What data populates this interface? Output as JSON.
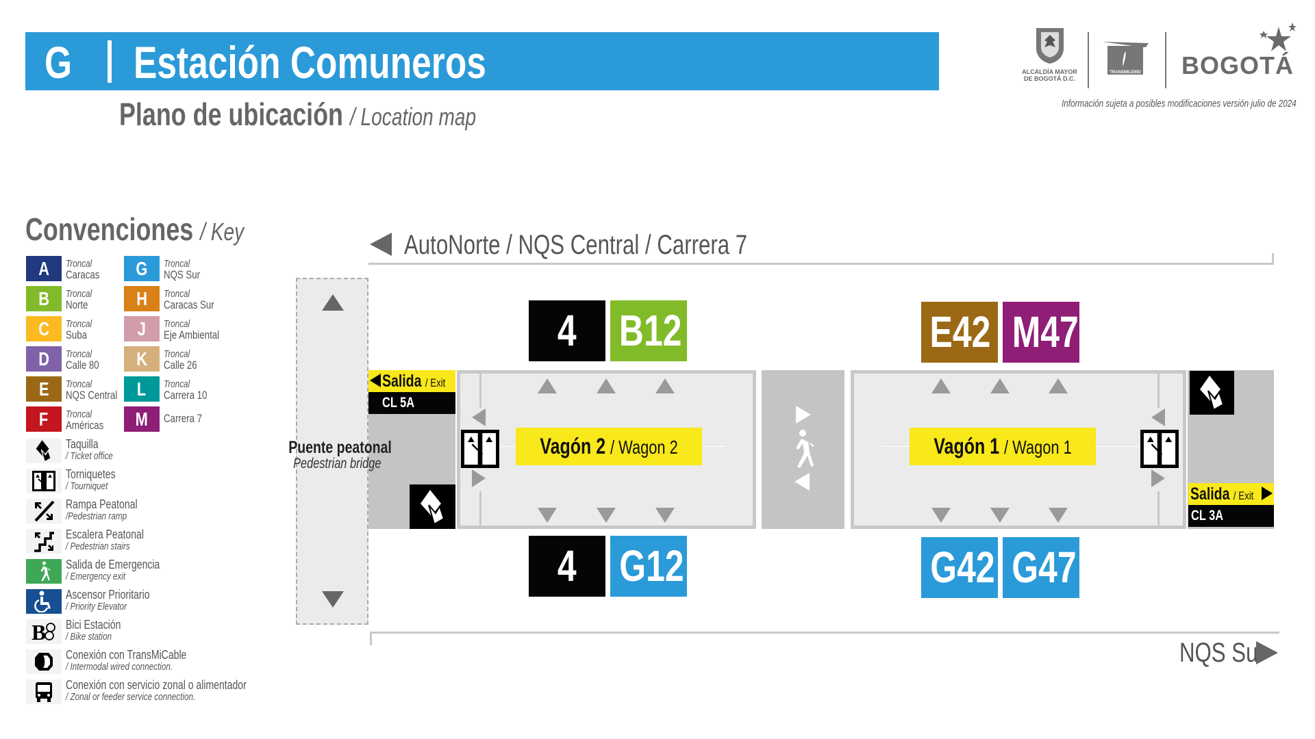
{
  "header": {
    "line_letter": "G",
    "station_name": "Estación Comuneros",
    "subtitle": "Plano de ubicación",
    "subtitle_en": "/ Location map",
    "info": "Información sujeta a posibles modificaciones versión julio de 2024",
    "logos": {
      "alcaldia": "ALCALDÍA MAYOR DE BOGOTÁ D.C.",
      "transmilenio": "TRANSMILENIO",
      "bogota": "BOGOTÁ"
    },
    "accent": "#2b9ad8"
  },
  "key": {
    "title": "Convenciones",
    "title_en": "/ Key",
    "troncales": [
      {
        "letter": "A",
        "prefix": "Troncal",
        "name": "Caracas",
        "color": "#21397f"
      },
      {
        "letter": "B",
        "prefix": "Troncal",
        "name": "Norte",
        "color": "#82bb29"
      },
      {
        "letter": "C",
        "prefix": "Troncal",
        "name": "Suba",
        "color": "#fbba1f"
      },
      {
        "letter": "D",
        "prefix": "Troncal",
        "name": "Calle 80",
        "color": "#7f62a8"
      },
      {
        "letter": "E",
        "prefix": "Troncal",
        "name": "NQS Central",
        "color": "#9b6915"
      },
      {
        "letter": "F",
        "prefix": "Troncal",
        "name": "Américas",
        "color": "#c3161f"
      },
      {
        "letter": "G",
        "prefix": "Troncal",
        "name": "NQS Sur",
        "color": "#2b9ad8"
      },
      {
        "letter": "H",
        "prefix": "Troncal",
        "name": "Caracas Sur",
        "color": "#d98116"
      },
      {
        "letter": "J",
        "prefix": "Troncal",
        "name": "Eje Ambiental",
        "color": "#d19da8"
      },
      {
        "letter": "K",
        "prefix": "Troncal",
        "name": "Calle 26",
        "color": "#d5b07c"
      },
      {
        "letter": "L",
        "prefix": "Troncal",
        "name": "Carrera 10",
        "color": "#00999a"
      },
      {
        "letter": "M",
        "prefix": "",
        "name": "Carrera 7",
        "color": "#8e1e76"
      }
    ],
    "symbols": [
      {
        "icon": "ticket-office-icon",
        "label": "Taquilla",
        "label_en": "/ Ticket office"
      },
      {
        "icon": "turnstile-icon",
        "label": "Torniquetes",
        "label_en": "/ Tourniquet"
      },
      {
        "icon": "ramp-icon",
        "label": "Rampa Peatonal",
        "label_en": "/Pedestrian ramp"
      },
      {
        "icon": "stairs-icon",
        "label": "Escalera Peatonal",
        "label_en": "/ Pedestrian stairs"
      },
      {
        "icon": "emergency-exit-icon",
        "label": "Salida de Emergencia",
        "label_en": "/ Emergency exit"
      },
      {
        "icon": "elevator-icon",
        "label": "Ascensor Prioritario",
        "label_en": "/ Priority Elevator"
      },
      {
        "icon": "bike-station-icon",
        "label": "Bici Estación",
        "label_en": "/ Bike station"
      },
      {
        "icon": "cable-icon",
        "label": "Conexión con TransMiCable",
        "label_en": "/ Intermodal wired connection."
      },
      {
        "icon": "bus-icon",
        "label": "Conexión con servicio zonal o alimentador",
        "label_en": "/ Zonal or feeder service connection."
      }
    ]
  },
  "map": {
    "direction_north": "AutoNorte / NQS Central / Carrera 7",
    "direction_south": "NQS Sur",
    "bridge": {
      "label": "Puente peatonal",
      "label_en": "Pedestrian bridge"
    },
    "exit_left": {
      "label": "Salida",
      "label_en": "/ Exit",
      "street": "CL 5A"
    },
    "exit_right": {
      "label": "Salida",
      "label_en": "/ Exit",
      "street": "CL 3A"
    },
    "wagon2": {
      "label": "Vagón 2",
      "label_en": "/ Wagon 2",
      "routes_top": [
        {
          "code": "4",
          "color": "#050505"
        },
        {
          "code": "B12",
          "color": "#82bb29"
        }
      ],
      "routes_bottom": [
        {
          "code": "4",
          "color": "#050505"
        },
        {
          "code": "G12",
          "color": "#2b9ad8"
        }
      ]
    },
    "wagon1": {
      "label": "Vagón 1",
      "label_en": "/ Wagon 1",
      "routes_top": [
        {
          "code": "E42",
          "color": "#9b6915"
        },
        {
          "code": "M47",
          "color": "#8e1e76"
        }
      ],
      "routes_bottom": [
        {
          "code": "G42",
          "color": "#2b9ad8"
        },
        {
          "code": "G47",
          "color": "#2b9ad8"
        }
      ]
    }
  }
}
